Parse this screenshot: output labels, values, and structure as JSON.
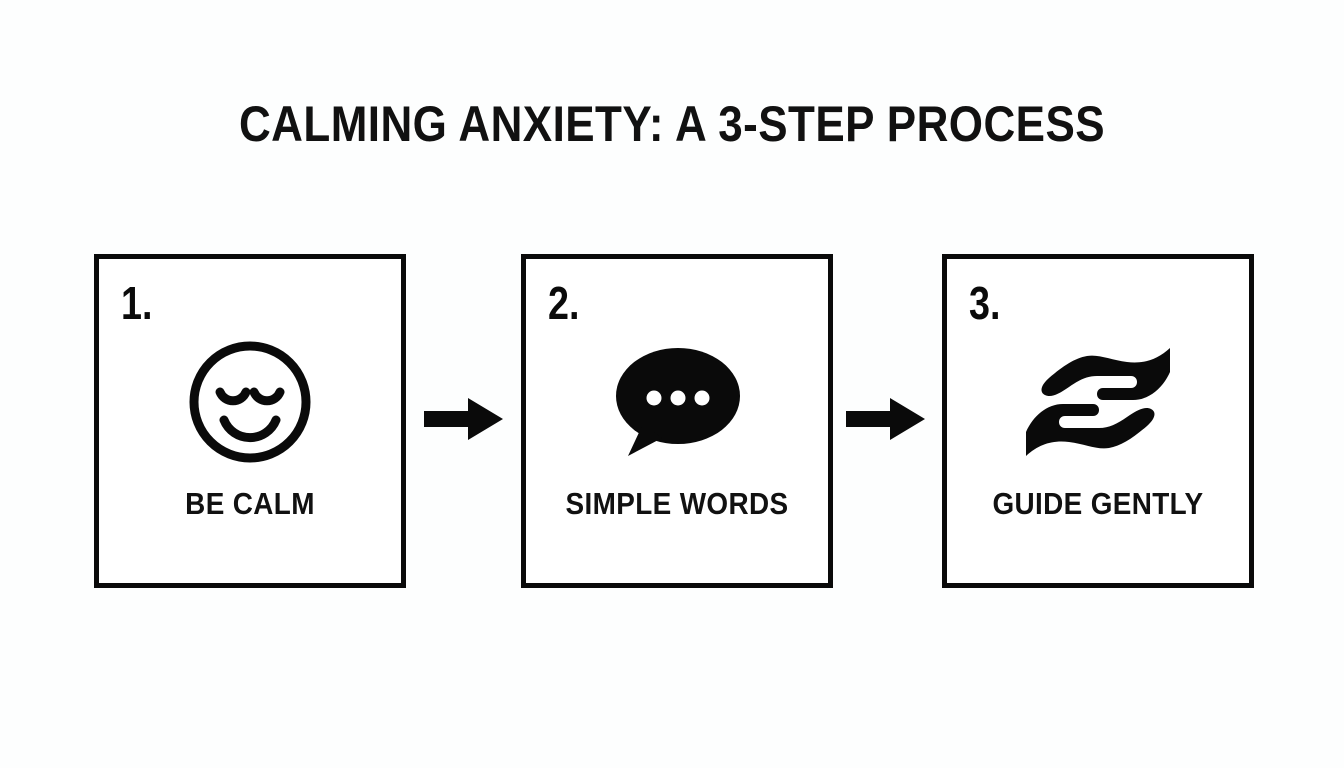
{
  "page": {
    "title": "CALMING ANXIETY: A 3-STEP PROCESS",
    "background_color": "#fdfefe",
    "ink_color": "#0a0a0a"
  },
  "steps": [
    {
      "number": "1.",
      "label": "BE CALM",
      "icon": "calm-face-icon"
    },
    {
      "number": "2.",
      "label": "SIMPLE WORDS",
      "icon": "speech-bubble-ellipsis-icon"
    },
    {
      "number": "3.",
      "label": "GUIDE GENTLY",
      "icon": "caring-hands-icon"
    }
  ],
  "connectors": [
    {
      "icon": "arrow-right-icon"
    },
    {
      "icon": "arrow-right-icon"
    }
  ]
}
